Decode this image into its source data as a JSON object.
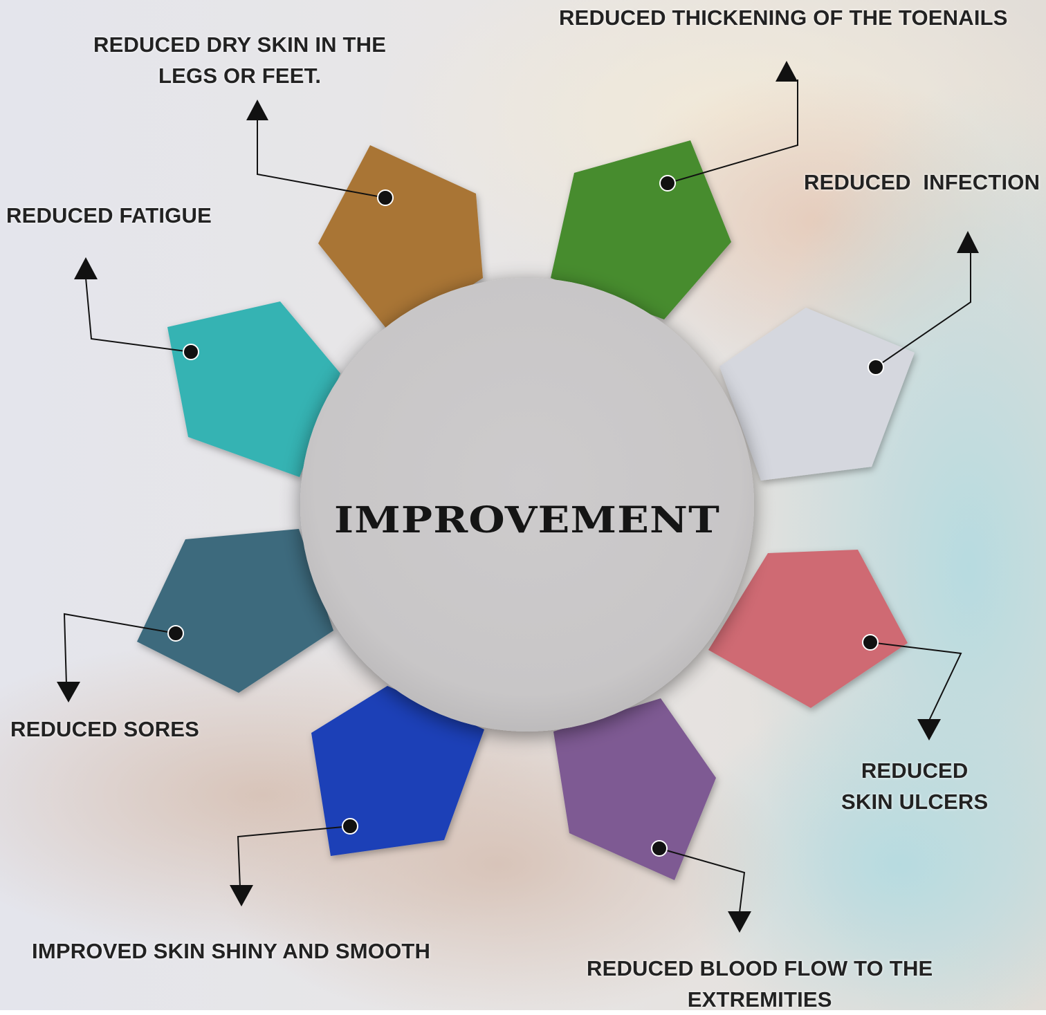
{
  "center": {
    "title": "IMPROVEMENT"
  },
  "items": [
    {
      "id": "dry-skin",
      "label": "REDUCED DRY SKIN IN THE\nLEGS OR FEET.",
      "color": "#a97535"
    },
    {
      "id": "thickening",
      "label": "REDUCED THICKENING OF THE TOENAILS",
      "color": "#468c2f"
    },
    {
      "id": "infection",
      "label": "REDUCED  INFECTION",
      "color": "#d5d7de"
    },
    {
      "id": "skin-ulcers",
      "label": "REDUCED\nSKIN ULCERS",
      "color": "#cf6a73"
    },
    {
      "id": "blood-flow",
      "label": "REDUCED BLOOD FLOW TO THE\nEXTREMITIES",
      "color": "#7e5a93"
    },
    {
      "id": "shiny-skin",
      "label": "IMPROVED SKIN SHINY AND SMOOTH",
      "color": "#1a3fb7"
    },
    {
      "id": "sores",
      "label": "REDUCED SORES",
      "color": "#3d6a7d"
    },
    {
      "id": "fatigue",
      "label": "REDUCED FATIGUE",
      "color": "#36b3b3"
    }
  ],
  "colors": {
    "center_circle": "#c9c7c8",
    "label_text": "#222222",
    "connector": "#111111"
  }
}
